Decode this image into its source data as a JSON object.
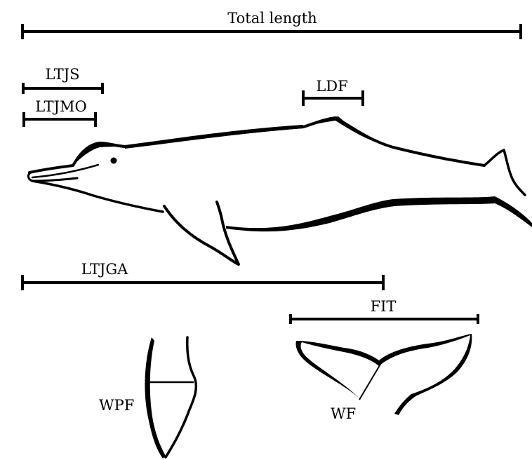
{
  "measurements": [
    {
      "id": "total-length",
      "label": "Total length"
    },
    {
      "id": "ltjs",
      "label": "LTJS"
    },
    {
      "id": "ltjmo",
      "label": "LTJMO"
    },
    {
      "id": "ldf",
      "label": "LDF"
    },
    {
      "id": "ltjga",
      "label": "LTJGA"
    },
    {
      "id": "fit",
      "label": "FIT"
    },
    {
      "id": "wpf",
      "label": "WPF"
    },
    {
      "id": "wf",
      "label": "WF"
    }
  ],
  "colors": {
    "ink": "#000000",
    "background": "#ffffff"
  }
}
